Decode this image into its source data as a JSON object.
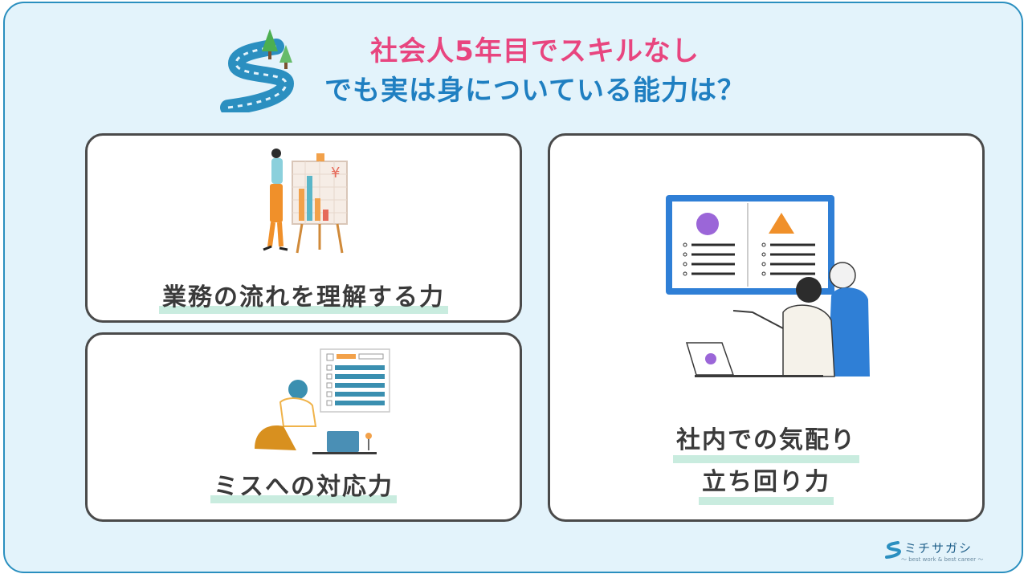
{
  "title": {
    "line1": "社会人5年目でスキルなし",
    "line2": "でも実は身についている能力は？"
  },
  "cards": [
    {
      "label": "業務の流れを理解する力"
    },
    {
      "label": "ミスへの対応力"
    },
    {
      "label_line1": "社内での気配り",
      "label_line2": "立ち回り力"
    }
  ],
  "brand": {
    "name": "ミチサガシ",
    "tagline": "～ best work & best career ～"
  },
  "chart_icon_symbol": "¥",
  "colors": {
    "title_pink": "#e8457f",
    "title_blue": "#1f7fc1",
    "frame_border": "#2a8fbf",
    "background": "#e3f3fb",
    "highlight": "#c9ecdf"
  }
}
